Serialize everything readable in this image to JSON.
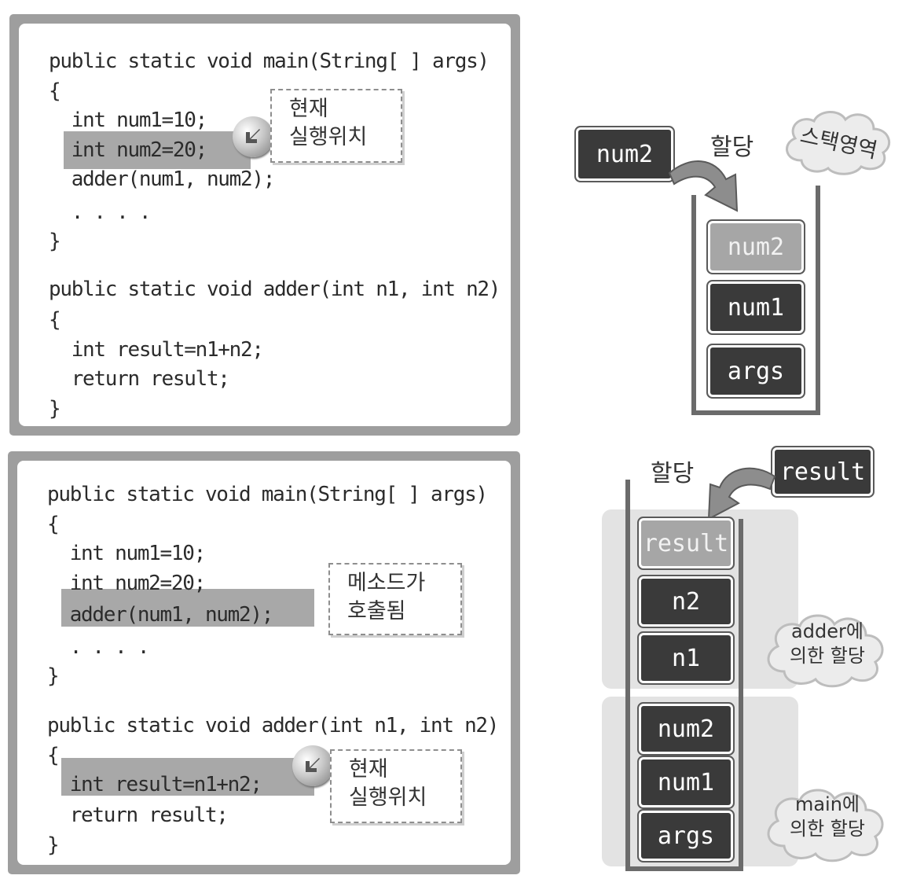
{
  "top": {
    "code": [
      "public static void main(String[ ] args)",
      "{",
      "  int num1=10;",
      "  int num2=20;",
      "  adder(num1, num2);",
      "  . . . .",
      "}",
      "public static void adder(int n1, int n2)",
      "{",
      "  int result=n1+n2;",
      "  return result;",
      "}"
    ],
    "callout": [
      "현재",
      "실행위치"
    ],
    "new_box": "num2",
    "alloc_label": "할당",
    "cloud": "스택영역",
    "stack": [
      "num2",
      "num1",
      "args"
    ]
  },
  "bottom": {
    "code": [
      "public static void main(String[ ] args)",
      "{",
      "  int num1=10;",
      "  int num2=20;",
      "  adder(num1, num2);",
      "  . . . .",
      "}",
      "public static void adder(int n1, int n2)",
      "{",
      "  int result=n1+n2;",
      "  return result;",
      "}"
    ],
    "callout_call": [
      "메소드가",
      "호출됨"
    ],
    "callout_pos": [
      "현재",
      "실행위치"
    ],
    "new_box": "result",
    "alloc_label": "할당",
    "adder_stack": [
      "result",
      "n2",
      "n1"
    ],
    "main_stack": [
      "num2",
      "num1",
      "args"
    ],
    "cloud_adder": [
      "adder에",
      "의한 할당"
    ],
    "cloud_main": [
      "main에",
      "의한 할당"
    ]
  },
  "colors": {
    "panel_border": "#9e9e9e",
    "highlight": "#a8a8a8",
    "box_dark": "#3a3a3a",
    "box_light": "#a6a6a6",
    "region": "#e3e3e3"
  },
  "icons": {
    "pointer": "arrow-pointer-icon",
    "alloc_arrow": "curved-arrow-icon",
    "cloud": "cloud-icon"
  }
}
